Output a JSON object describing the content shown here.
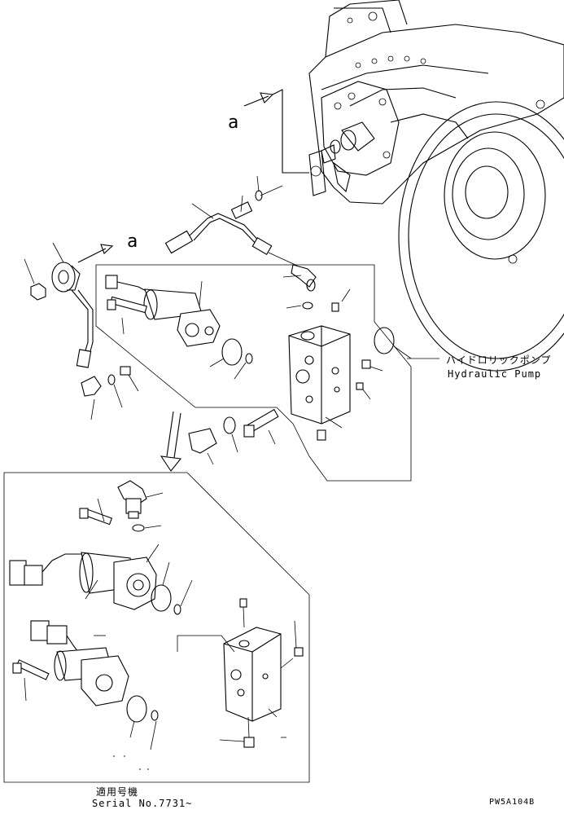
{
  "labels": {
    "view_mark_top": "a",
    "view_mark_left": "a",
    "pump_name_jp": "ハイドロリックポンプ",
    "pump_name_en": "Hydraulic Pump",
    "serial_heading_jp": "適用号機",
    "serial_number": "Serial No.7731~",
    "drawing_code": "PW5A104B"
  }
}
